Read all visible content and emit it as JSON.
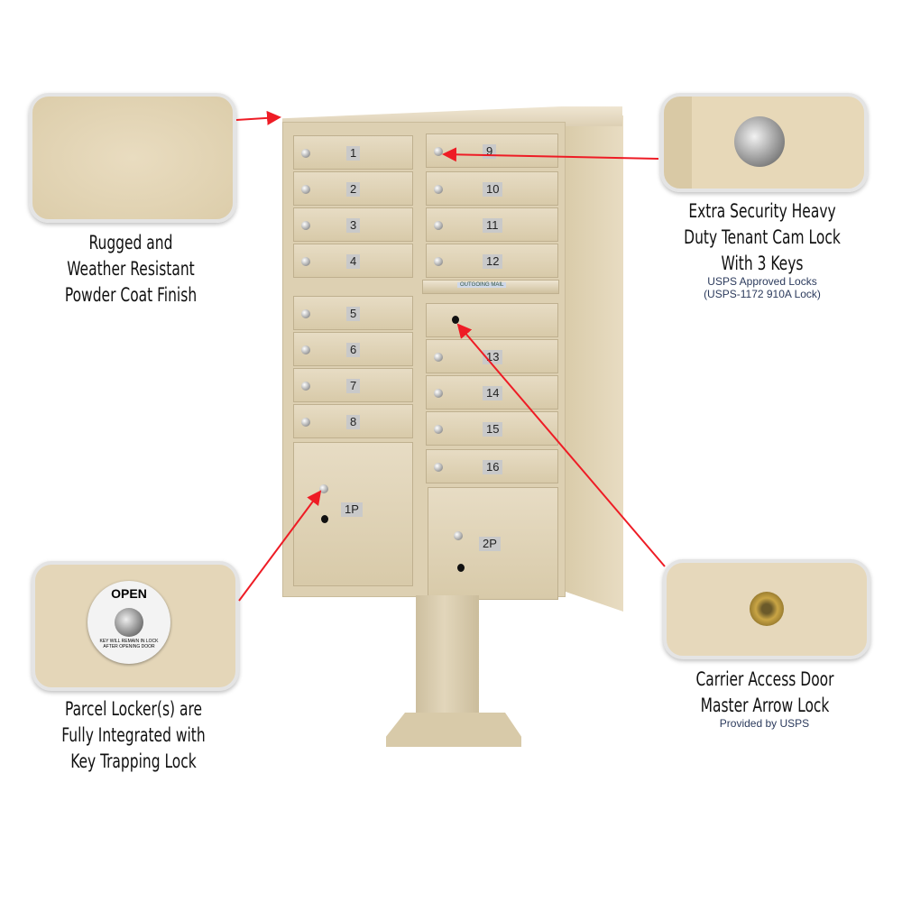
{
  "product": {
    "left_column_doors": [
      "1",
      "2",
      "3",
      "4",
      "5",
      "6",
      "7",
      "8"
    ],
    "right_column_doors": [
      "9",
      "10",
      "11",
      "12",
      "13",
      "14",
      "15",
      "16"
    ],
    "parcel_lockers": [
      "1P",
      "2P"
    ],
    "outgoing_mail_label": "OUTGOING MAIL"
  },
  "callouts": {
    "finish": {
      "title_lines": [
        "Rugged and",
        "Weather Resistant",
        "Powder Coat Finish"
      ]
    },
    "cam_lock": {
      "title_lines": [
        "Extra Security Heavy",
        "Duty Tenant Cam Lock",
        "With 3 Keys"
      ],
      "sub_lines": [
        "USPS Approved Locks",
        "(USPS-1172 910A Lock)"
      ]
    },
    "parcel": {
      "title_lines": [
        "Parcel Locker(s) are",
        "Fully Integrated with",
        "Key Trapping Lock"
      ],
      "lock_text_top": "OPEN",
      "lock_text_bottom": "KEY WILL REMAIN IN LOCK AFTER OPENING DOOR"
    },
    "carrier": {
      "title_lines": [
        "Carrier Access Door",
        "Master Arrow Lock"
      ],
      "sub_lines": [
        "Provided by USPS"
      ]
    }
  },
  "colors": {
    "arrow": "#ee1c25",
    "powder_coat": "#ddd0b2",
    "subtitle": "#2b3a5c"
  }
}
